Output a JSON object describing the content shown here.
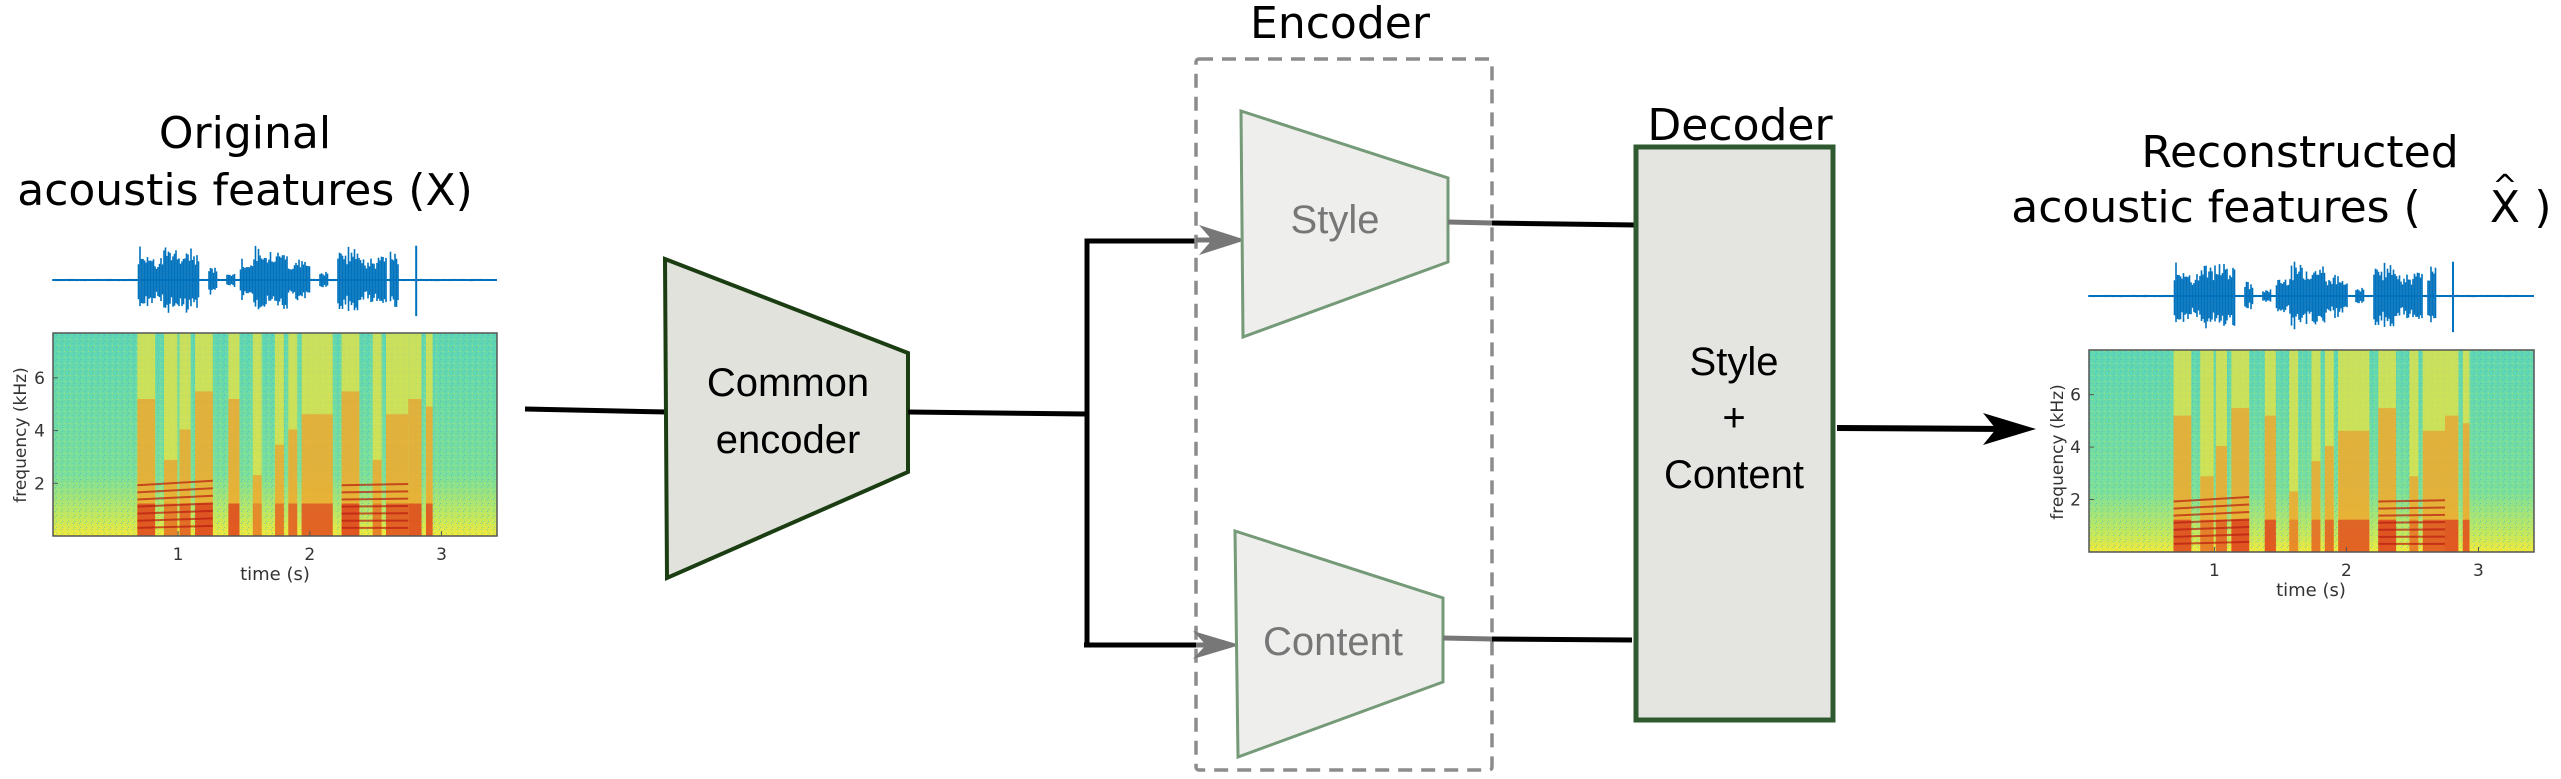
{
  "input": {
    "title_line1": "Original",
    "title_line2": "acoustis features (X)",
    "spectrogram": {
      "ylabel": "frequency (kHz)",
      "xlabel": "time (s)",
      "yticks": [
        "2",
        "4",
        "6"
      ],
      "xticks": [
        "1",
        "2",
        "3"
      ]
    }
  },
  "common_encoder": {
    "line1": "Common",
    "line2": "encoder"
  },
  "encoder_group": {
    "label": "Encoder",
    "style_block": "Style",
    "content_block": "Content"
  },
  "decoder": {
    "label": "Decoder",
    "line1": "Style",
    "line2": "+",
    "line3": "Content"
  },
  "output": {
    "title_line1": "Reconstructed",
    "title_line2": "acoustic features (",
    "title_symbol": "X",
    "title_hat": "^",
    "title_close": ")",
    "spectrogram": {
      "ylabel": "frequency (kHz)",
      "xlabel": "time (s)",
      "yticks": [
        "2",
        "4",
        "6"
      ],
      "xticks": [
        "1",
        "2",
        "3"
      ]
    }
  },
  "colors": {
    "waveform": "#0072bd",
    "common_encoder_stroke": "#1b3d12",
    "common_encoder_fill": "#e2e2dd",
    "sub_encoder_stroke": "#759a77",
    "sub_encoder_fill": "#eeeeec",
    "sub_encoder_text": "#777777",
    "decoder_stroke": "#2f5a2f",
    "decoder_fill": "#e4e4e0",
    "dashed_box": "#8c8c8c",
    "arrow_gray": "#777777"
  }
}
